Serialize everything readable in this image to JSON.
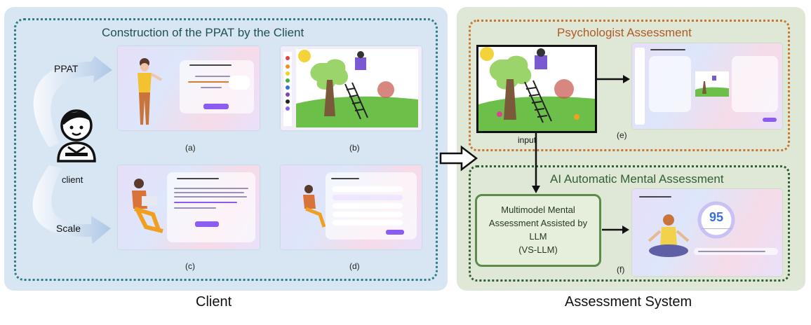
{
  "client_panel": {
    "title": "Construction of the PPAT by the Client",
    "footer": "Client",
    "ppat_label": "PPAT",
    "client_label": "client",
    "scale_label": "Scale",
    "captions": [
      "(a)",
      "(b)",
      "(c)",
      "(d)"
    ]
  },
  "system_panel": {
    "footer": "Assessment System",
    "psych_title": "Psychologist Assessment",
    "ai_title": "AI Automatic Mental Assessment",
    "input_label": "input",
    "model_lines": [
      "Multimodel Mental",
      "Assessment Assisted by",
      "LLM",
      "(VS-LLM)"
    ],
    "captions": [
      "(e)",
      "(f)"
    ],
    "score": "95"
  },
  "colors": {
    "client_bg": "#d8e6f3",
    "system_bg": "#dfe8d6",
    "ppat_border": "#2f7e86",
    "psych_border": "#c8772f",
    "ai_border": "#2f5f33",
    "accent": "#8a5cf0"
  }
}
